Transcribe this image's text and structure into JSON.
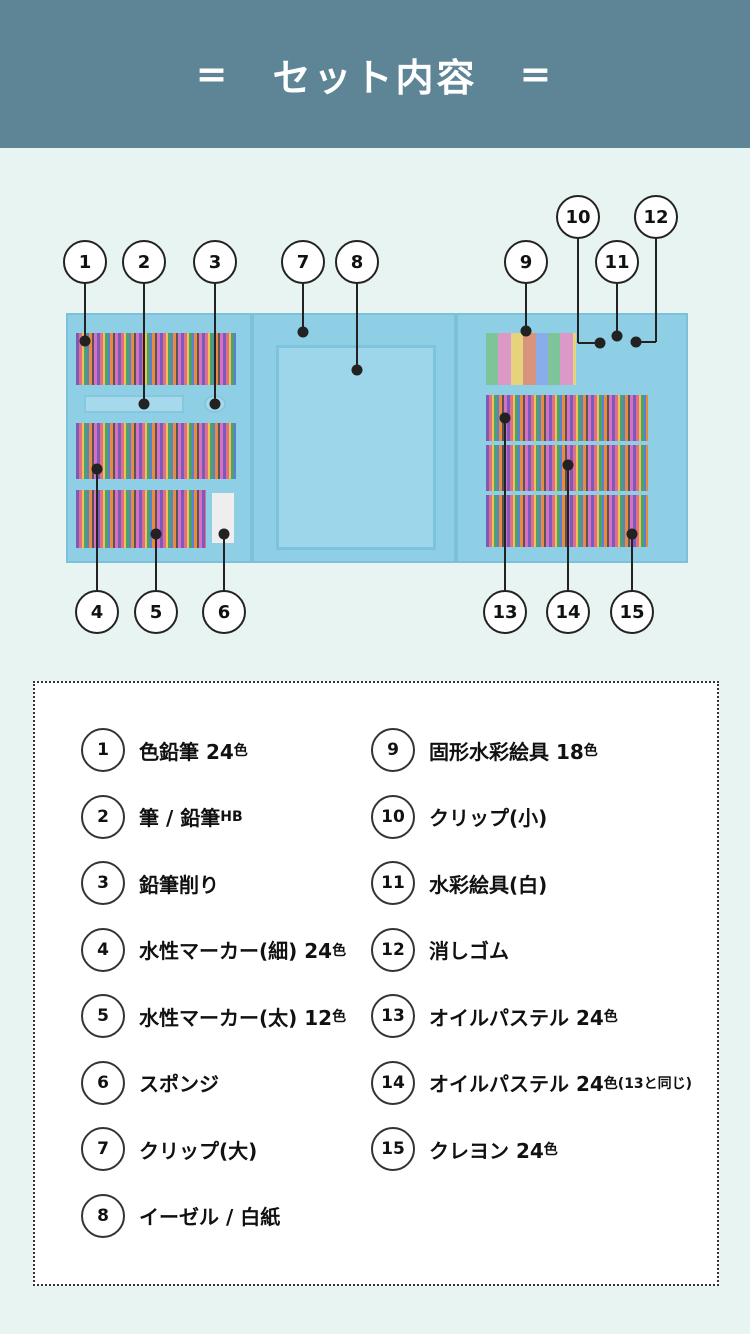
{
  "header": {
    "title": "セット内容",
    "left_mark": "=",
    "right_mark": "="
  },
  "callouts": [
    "1",
    "2",
    "3",
    "4",
    "5",
    "6",
    "7",
    "8",
    "9",
    "10",
    "11",
    "12",
    "13",
    "14",
    "15"
  ],
  "items": [
    {
      "num": "1",
      "name": "色鉛筆 24",
      "suffix": "色"
    },
    {
      "num": "2",
      "name": "筆 / 鉛筆 ",
      "suffix": "HB"
    },
    {
      "num": "3",
      "name": "鉛筆削り",
      "suffix": ""
    },
    {
      "num": "4",
      "name": "水性マーカー(細) 24",
      "suffix": "色"
    },
    {
      "num": "5",
      "name": "水性マーカー(太) 12",
      "suffix": "色"
    },
    {
      "num": "6",
      "name": "スポンジ",
      "suffix": ""
    },
    {
      "num": "7",
      "name": "クリップ(大)",
      "suffix": ""
    },
    {
      "num": "8",
      "name": "イーゼル / 白紙",
      "suffix": ""
    },
    {
      "num": "9",
      "name": "固形水彩絵具 18",
      "suffix": "色"
    },
    {
      "num": "10",
      "name": "クリップ(小)",
      "suffix": ""
    },
    {
      "num": "11",
      "name": "水彩絵具(白)",
      "suffix": ""
    },
    {
      "num": "12",
      "name": "消しゴム",
      "suffix": ""
    },
    {
      "num": "13",
      "name": "オイルパステル 24",
      "suffix": "色"
    },
    {
      "num": "14",
      "name": "オイルパステル 24",
      "suffix": "色(13と同じ)"
    },
    {
      "num": "15",
      "name": "クレヨン 24",
      "suffix": "色"
    }
  ]
}
